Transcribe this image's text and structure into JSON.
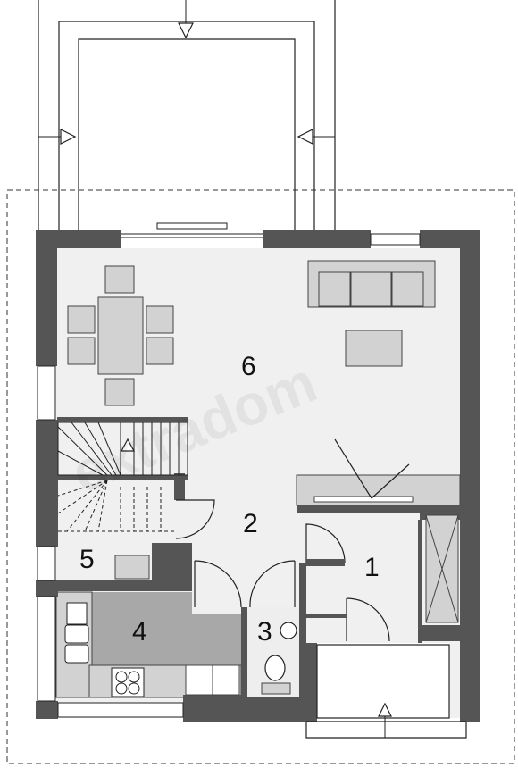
{
  "plan": {
    "rooms": [
      {
        "id": "room-1",
        "number": "1"
      },
      {
        "id": "room-2",
        "number": "2"
      },
      {
        "id": "room-3",
        "number": "3"
      },
      {
        "id": "room-4",
        "number": "4"
      },
      {
        "id": "room-5",
        "number": "5"
      },
      {
        "id": "room-6",
        "number": "6"
      }
    ],
    "watermark": "extradom"
  },
  "colors": {
    "wall": "#555555",
    "floor": "#f0f0f0",
    "kitchen_counter": "#a8a8a8",
    "furniture": "#d2d2d2",
    "line": "#222222",
    "dashed_outline": "#333333"
  },
  "icons": [
    "entry-arrow-icon",
    "stair-arrow-icon",
    "sink-icon",
    "cooktop-icon",
    "toilet-icon",
    "wardrobe-icon",
    "fireplace-icon"
  ]
}
